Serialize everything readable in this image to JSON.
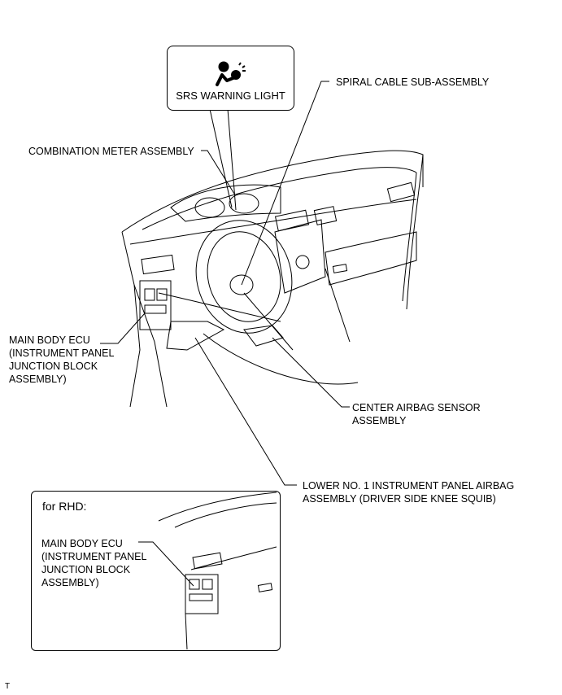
{
  "warning": {
    "label": "SRS WARNING LIGHT",
    "icon": "airbag-warning-icon"
  },
  "labels": {
    "spiral_cable": "SPIRAL CABLE SUB-ASSEMBLY",
    "combination_meter": "COMBINATION METER ASSEMBLY",
    "main_body_ecu": "MAIN BODY ECU\n(INSTRUMENT PANEL\nJUNCTION BLOCK\nASSEMBLY)",
    "center_airbag_sensor": "CENTER AIRBAG SENSOR\nASSEMBLY",
    "lower_knee_airbag": "LOWER NO. 1 INSTRUMENT PANEL AIRBAG\nASSEMBLY (DRIVER SIDE KNEE SQUIB)"
  },
  "inset": {
    "title": "for RHD:",
    "main_body_ecu": "MAIN BODY ECU\n(INSTRUMENT PANEL\nJUNCTION BLOCK\nASSEMBLY)"
  },
  "corner_mark": "T"
}
